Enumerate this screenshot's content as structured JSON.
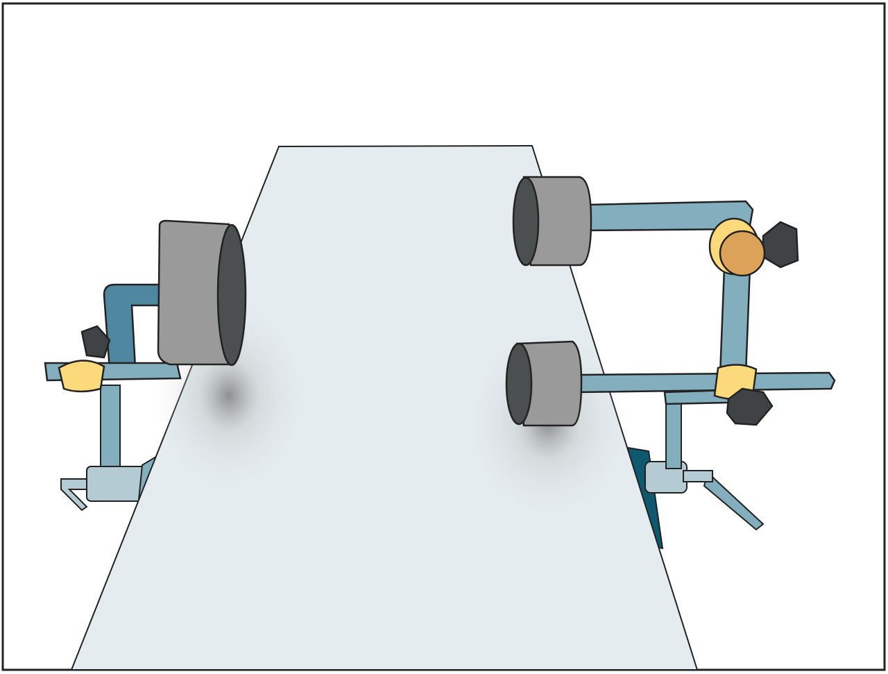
{
  "colors": {
    "frame_border": "#222222",
    "table_surface": "#e4ecef",
    "rail_metal": "#82aebd",
    "rail_dark": "#4f86a0",
    "clamp_light": "#b4cbd4",
    "pad_gray": "#9a9a9a",
    "pad_face": "#4c4f50",
    "clamp_yellow": "#fcd97a",
    "clamp_orange": "#dda25a",
    "knob_dark": "#3f4345",
    "leg_dark": "#0e5870"
  },
  "icons": [
    "operating-table",
    "lateral-support-pad",
    "clamp-knob"
  ]
}
